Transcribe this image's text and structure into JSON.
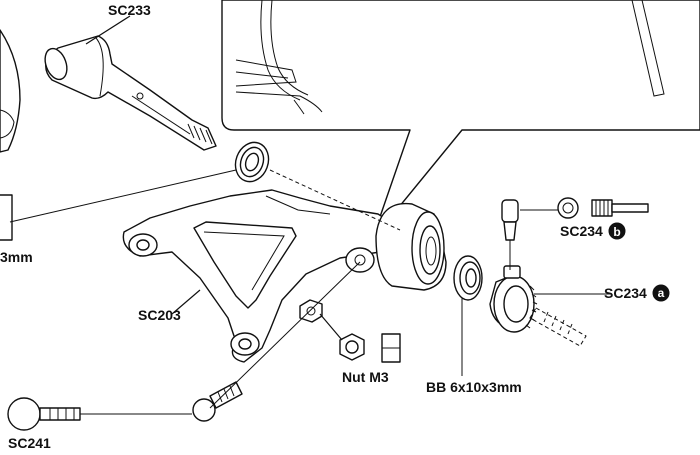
{
  "labels": {
    "sc233": "SC233",
    "sc203": "SC203",
    "sc241": "SC241",
    "sc234a": "SC234",
    "sc234b": "SC234",
    "badge_a": "a",
    "badge_b": "b",
    "nut": "Nut M3",
    "bb": "BB 6x10x3mm",
    "left_partial": "3mm"
  }
}
